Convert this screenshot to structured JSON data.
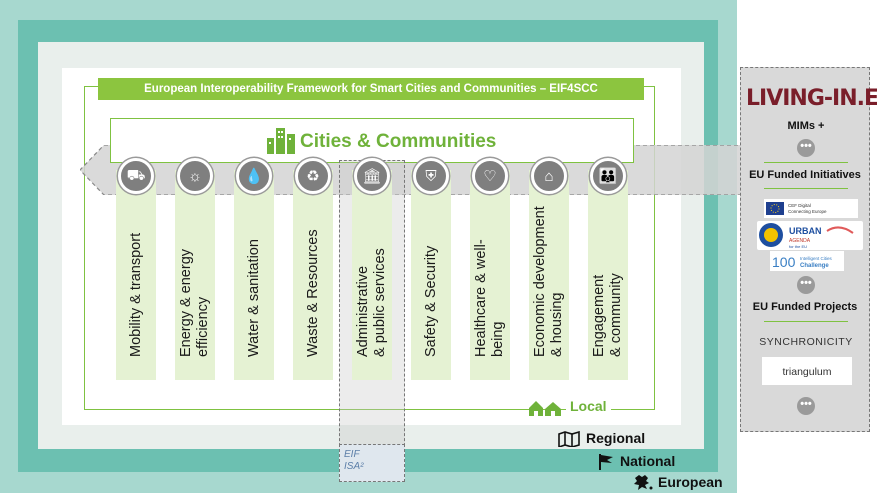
{
  "framework_title": "European Interoperability Framework for Smart Cities and Communities – EIF4SCC",
  "cities_title": "Cities & Communities",
  "domains": [
    {
      "line1": "Mobility & transport",
      "line2": "",
      "icon": "car-icon",
      "glyph": "⛟"
    },
    {
      "line1": "Energy & energy",
      "line2": "efficiency",
      "icon": "sun-icon",
      "glyph": "☼"
    },
    {
      "line1": "Water & sanitation",
      "line2": "",
      "icon": "water-drop-icon",
      "glyph": "💧"
    },
    {
      "line1": "Waste & Resources",
      "line2": "",
      "icon": "recycle-icon",
      "glyph": "♻"
    },
    {
      "line1": "Administrative",
      "line2": "& public services",
      "icon": "institution-icon",
      "glyph": "🏛"
    },
    {
      "line1": "Safety & Security",
      "line2": "",
      "icon": "shield-icon",
      "glyph": "⛨"
    },
    {
      "line1": "Healthcare & well-",
      "line2": "being",
      "icon": "heart-icon",
      "glyph": "♡"
    },
    {
      "line1": "Economic development",
      "line2": "& housing",
      "icon": "house-icon",
      "glyph": "⌂"
    },
    {
      "line1": "Engagement",
      "line2": "& community",
      "icon": "people-icon",
      "glyph": "👪"
    }
  ],
  "levels": {
    "local": "Local",
    "regional": "Regional",
    "national": "National",
    "european": "European"
  },
  "eif_logo": {
    "line1": "EIF",
    "line2": "ISA²"
  },
  "side_panel": {
    "living_logo": "LIVING-IN.EU",
    "mims": "MIMs +",
    "eu_funded_initiatives": "EU Funded Initiatives",
    "cef_logo_text": "CEF Digital Connecting Europe",
    "urban_agenda_text": "URBAN AGENDA for the EU",
    "icc_text": "Intelligent Cities Challenge",
    "eu_funded_projects": "EU Funded Projects",
    "synchronicity": "SYNCHRONICITY",
    "triangulum": "triangulum"
  },
  "colors": {
    "green": "#8cc53f",
    "light_green": "#e5f2d3",
    "european_frame": "#a7d8cf",
    "national_frame": "#6cc0b1",
    "grey": "#7f7f7f"
  }
}
